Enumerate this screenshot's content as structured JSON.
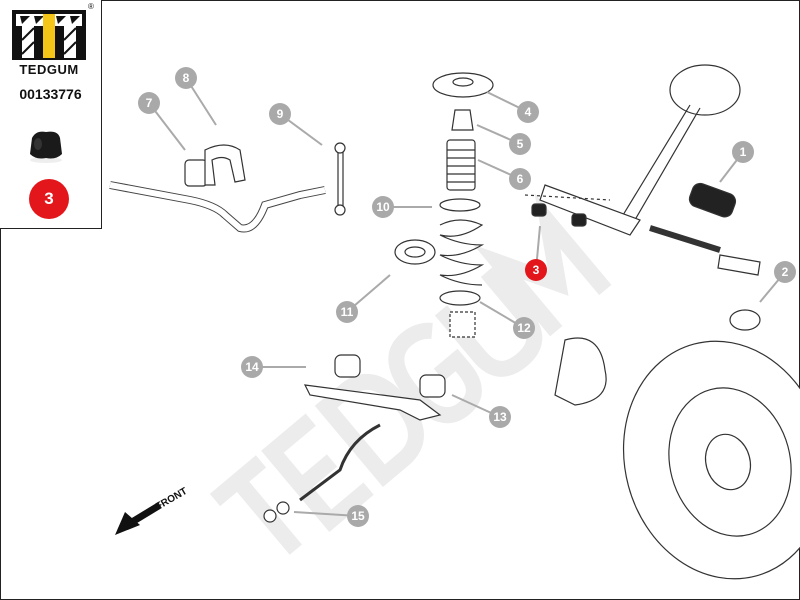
{
  "brand": {
    "name": "TEDGUM",
    "registered": "®",
    "part_number": "00133776",
    "highlight_number": "3"
  },
  "colors": {
    "highlight": "#e3161b",
    "callout": "#a9a9a9",
    "watermark": "#ececec",
    "logo_yellow": "#f5c518"
  },
  "watermark": "TEDGUM",
  "front_label": "FRONT",
  "callouts": [
    {
      "label": "1"
    },
    {
      "label": "2"
    },
    {
      "label": "3"
    },
    {
      "label": "4"
    },
    {
      "label": "5"
    },
    {
      "label": "6"
    },
    {
      "label": "7"
    },
    {
      "label": "8"
    },
    {
      "label": "9"
    },
    {
      "label": "10"
    },
    {
      "label": "11"
    },
    {
      "label": "12"
    },
    {
      "label": "13"
    },
    {
      "label": "14"
    },
    {
      "label": "15"
    }
  ]
}
